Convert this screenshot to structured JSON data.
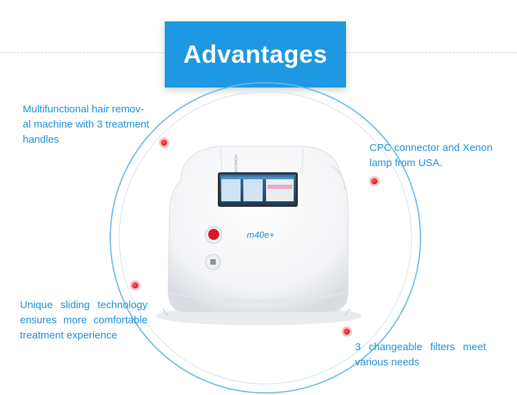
{
  "header": {
    "title": "Advantages"
  },
  "features": [
    {
      "lines": [
        "Multifunctional hair remov-",
        "al machine with 3 treatment",
        "handles"
      ]
    },
    {
      "lines": [
        "CPC connector and Xenon",
        "lamp from USA."
      ]
    },
    {
      "lines": [
        "Unique sliding technology",
        "ensures more comfortable",
        "treatment experience"
      ]
    },
    {
      "lines": [
        "3 changeable filters meet",
        "various needs"
      ]
    }
  ],
  "device": {
    "brand_label": "HONKON",
    "model_label": "m40e+"
  },
  "colors": {
    "accent": "#1e98e2",
    "text": "#1c8fd6",
    "marker": "#e8141c",
    "circle": "#5fb4e8"
  }
}
